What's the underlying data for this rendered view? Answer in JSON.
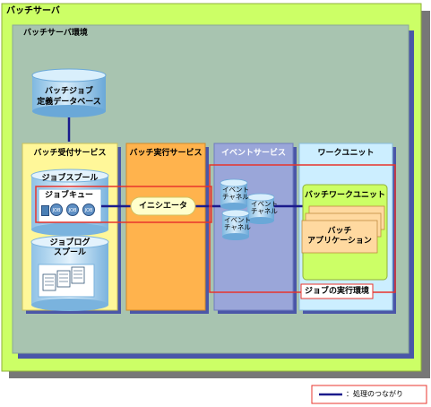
{
  "server": {
    "title": "バッチサーバ",
    "env_title": "バッチサーバ環境"
  },
  "database": {
    "label_line1": "バッチジョブ",
    "label_line2": "定義データベース"
  },
  "sections": {
    "receive": "バッチ受付サービス",
    "execute": "バッチ実行サービス",
    "event": "イベントサービス",
    "work": "ワークユニット"
  },
  "job_spool": {
    "title": "ジョブスプール",
    "queue_title": "ジョブキュー",
    "job_labels": [
      "JOB",
      "JOB",
      "JOB"
    ]
  },
  "job_log_spool": {
    "label_line1": "ジョブログ",
    "label_line2": "スプール"
  },
  "initiator": "イニシエータ",
  "event_channels": [
    {
      "line1": "イベント",
      "line2": "チャネル"
    },
    {
      "line1": "イベント",
      "line2": "チャネル"
    },
    {
      "line1": "イベント",
      "line2": "チャネル"
    }
  ],
  "batch_work_unit": "バッチワークユニット",
  "batch_app": {
    "line1": "バッチ",
    "line2": "アプリケーション"
  },
  "job_exec_env": "ジョブの実行環境",
  "legend": {
    "label": "：処理のつながり"
  },
  "colors": {
    "outer_green": "#ccff66",
    "env_gray_green": "#a8c4b0",
    "receive_yellow": "#fff799",
    "execute_orange": "#ffb34d",
    "event_blue": "#9aa6d9",
    "work_cyan": "#cceeff",
    "bwu_green": "#ccff66",
    "app_tan": "#ffd9a0",
    "red_line": "#e8342c",
    "navy_line": "#1a1a8c",
    "cylinder_blue": "#99ccee"
  }
}
